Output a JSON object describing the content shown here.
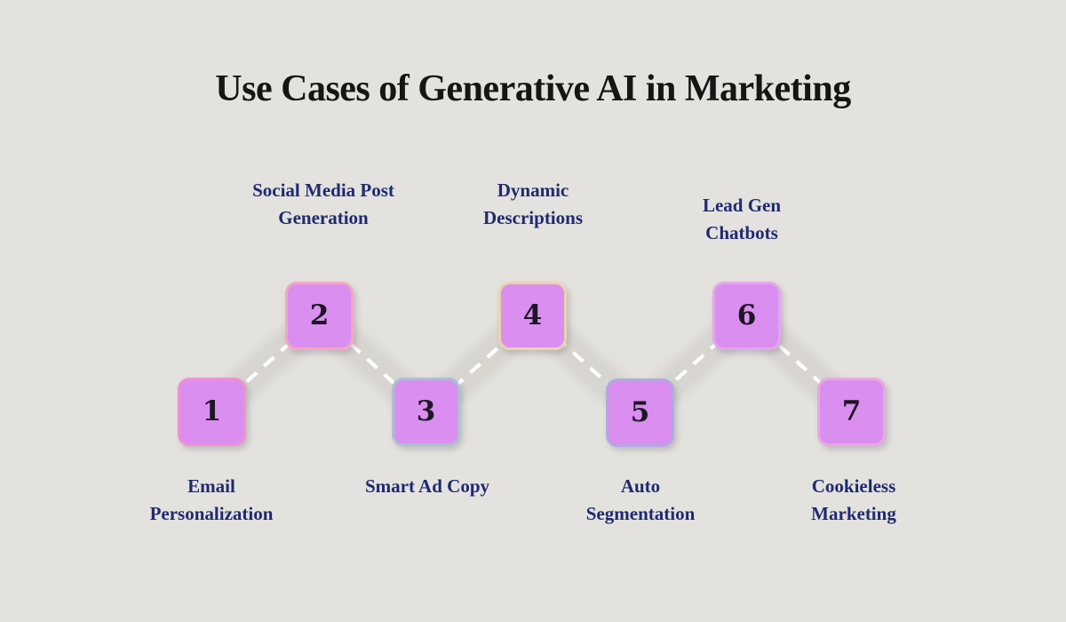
{
  "title": "Use Cases of Generative AI in Marketing",
  "colors": {
    "background": "#e4e2de",
    "title_text": "#171513",
    "label_text": "#1f2a70",
    "road_band": "#d8d5d1",
    "road_dash": "#ffffff",
    "box_fill": "#d98ef0",
    "number_text": "#1c1722"
  },
  "steps": [
    {
      "number": "1",
      "label": "Email Personalization",
      "lines": [
        "Email",
        "Personalization"
      ],
      "label_position": "below",
      "border_color": "#ee92d0"
    },
    {
      "number": "2",
      "label": "Social Media Post Generation",
      "lines": [
        "Social Media Post",
        "Generation"
      ],
      "label_position": "above",
      "border_color": "#f4a6c0"
    },
    {
      "number": "3",
      "label": "Smart Ad Copy",
      "lines": [
        "Smart Ad Copy"
      ],
      "label_position": "below",
      "border_color": "#a9c0d4"
    },
    {
      "number": "4",
      "label": "Dynamic Descriptions",
      "lines": [
        "Dynamic",
        "Descriptions"
      ],
      "label_position": "above",
      "border_color": "#e9d4ab"
    },
    {
      "number": "5",
      "label": "Auto Segmentation",
      "lines": [
        "Auto",
        "Segmentation"
      ],
      "label_position": "below",
      "border_color": "#b2a9e0"
    },
    {
      "number": "6",
      "label": "Lead Gen Chatbots",
      "lines": [
        "Lead Gen",
        "Chatbots"
      ],
      "label_position": "above",
      "border_color": "#e2a6ec"
    },
    {
      "number": "7",
      "label": "Cookieless Marketing",
      "lines": [
        "Cookieless",
        "Marketing"
      ],
      "label_position": "below",
      "border_color": "#eaa8e0"
    }
  ]
}
